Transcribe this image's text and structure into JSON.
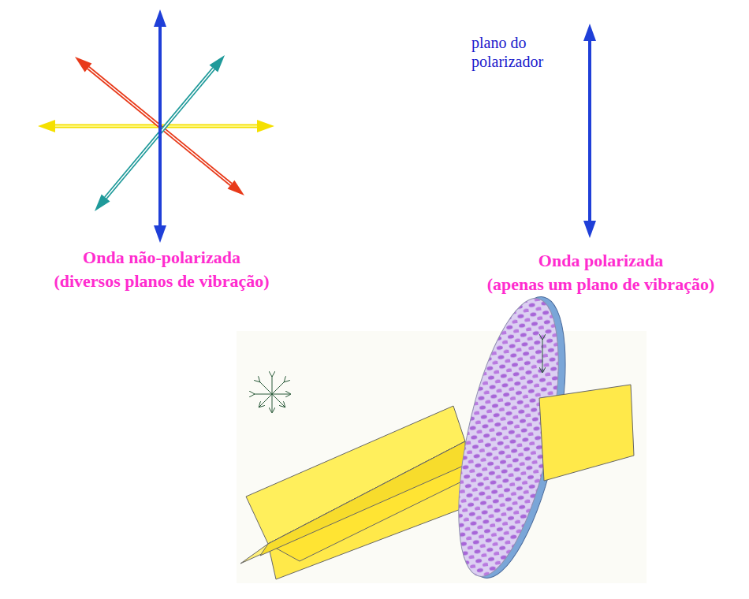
{
  "diagram": {
    "labels": [
      "Onda não-polarizada",
      "(diversos planos de vibração)",
      "plano do polarizador",
      "Onda polarizada",
      "(apenas um plano de vibração)"
    ]
  }
}
